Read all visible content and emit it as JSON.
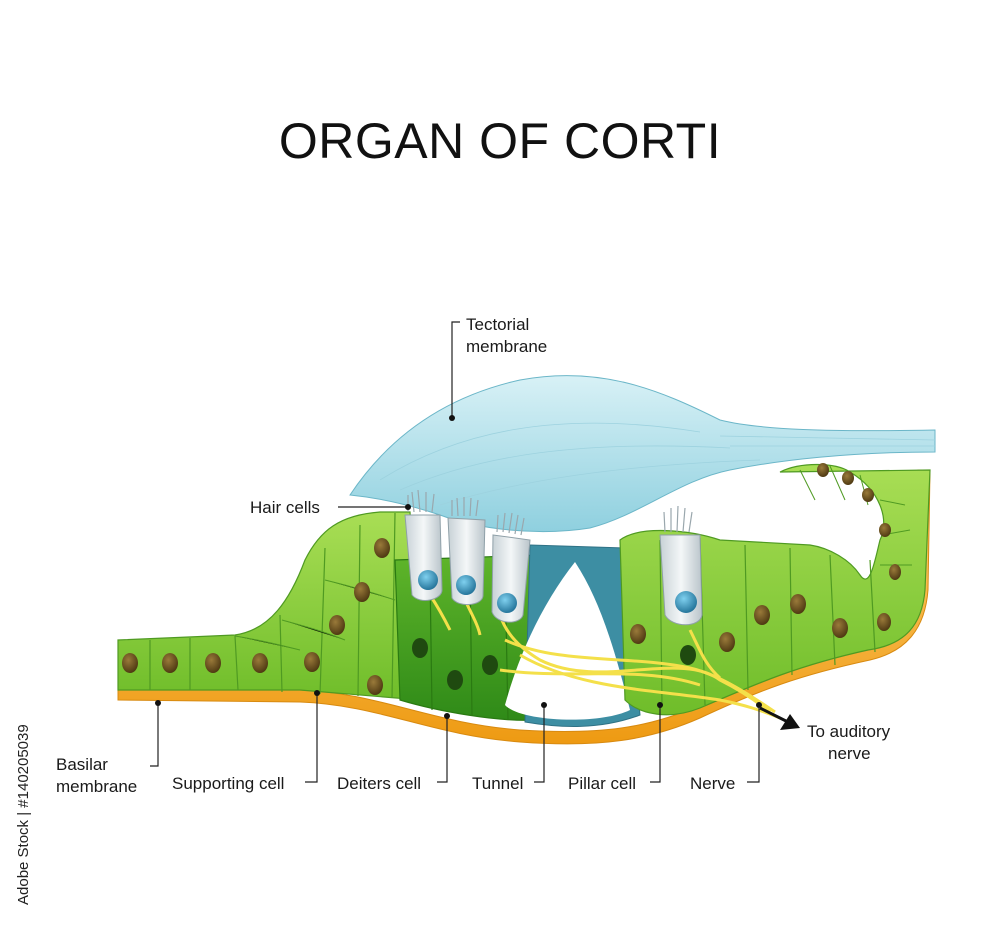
{
  "title": "ORGAN OF CORTI",
  "labels": {
    "tectorial_membrane": [
      "Tectorial",
      "membrane"
    ],
    "hair_cells": "Hair cells",
    "basilar_membrane": [
      "Basilar",
      "membrane"
    ],
    "supporting_cell": "Supporting cell",
    "deiters_cell": "Deiters cell",
    "tunnel": "Tunnel",
    "pillar_cell": "Pillar cell",
    "nerve": "Nerve",
    "to_auditory_nerve": [
      "To auditory",
      "nerve"
    ]
  },
  "watermark": "Adobe Stock | #140205039",
  "colors": {
    "cell_green": "#8fd13a",
    "dark_green": "#3f9a1e",
    "nucleus": "#6b4f1e",
    "membrane_orange": "#f0a020",
    "tectorial_blue": "#a8dde8",
    "hair_cell_grey": "#dfe6ea",
    "hair_nucleus": "#2f8fb8",
    "nerve_yellow": "#f4e04a",
    "pillar_blue": "#3d8ea3"
  }
}
